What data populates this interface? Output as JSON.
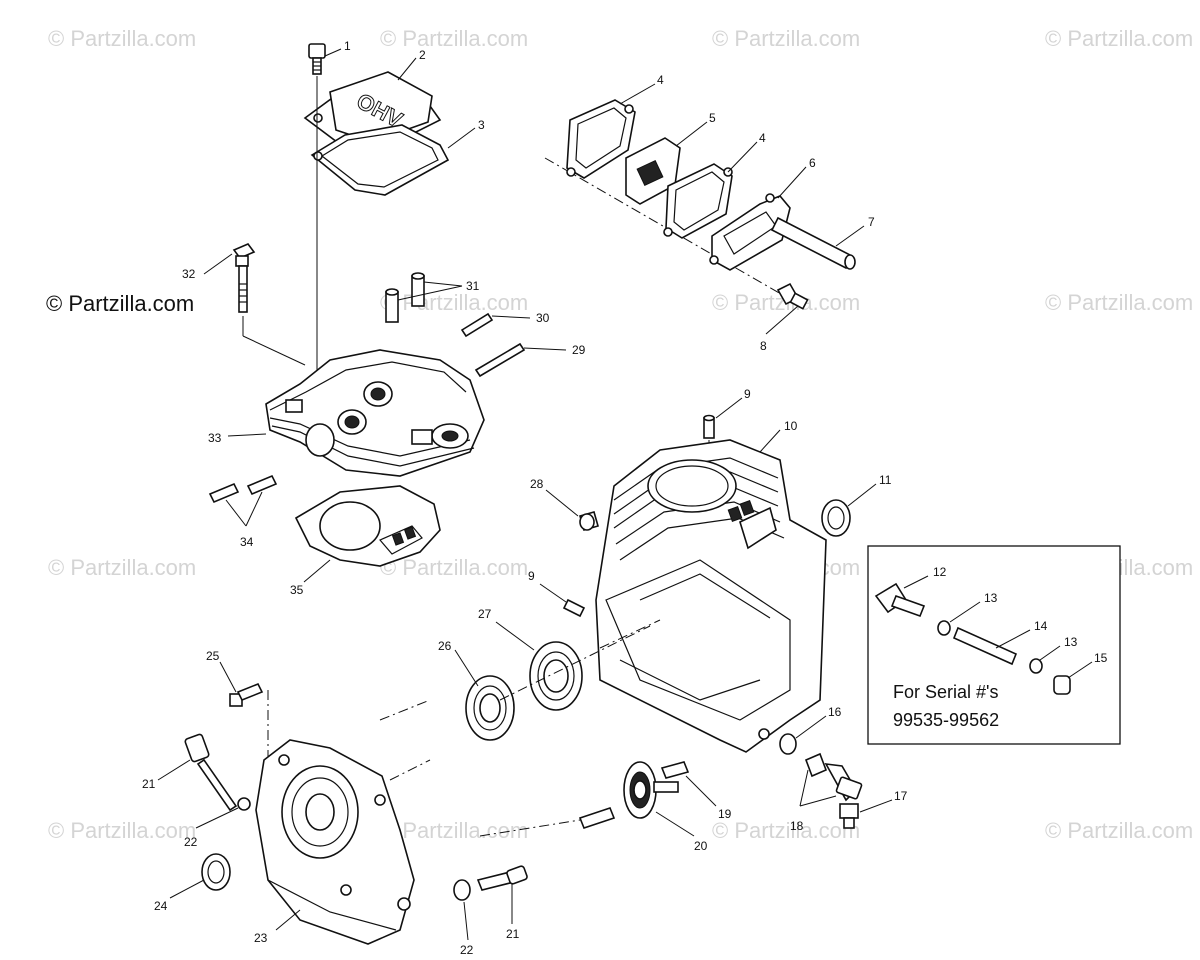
{
  "brand": "© Partzilla.com",
  "watermark": "© Partzilla.com",
  "inset": {
    "line1": "For Serial #'s",
    "line2": "99535-99562"
  },
  "cover_stamp": "OHV",
  "callouts": {
    "c1": "1",
    "c2": "2",
    "c3": "3",
    "c4a": "4",
    "c5": "5",
    "c4b": "4",
    "c6": "6",
    "c7": "7",
    "c8": "8",
    "c9a": "9",
    "c10": "10",
    "c11": "11",
    "c12": "12",
    "c13a": "13",
    "c14": "14",
    "c13b": "13",
    "c15": "15",
    "c16": "16",
    "c17": "17",
    "c18": "18",
    "c19": "19",
    "c20": "20",
    "c21a": "21",
    "c22a": "22",
    "c23": "23",
    "c24": "24",
    "c25": "25",
    "c26": "26",
    "c27": "27",
    "c28": "28",
    "c9b": "9",
    "c29": "29",
    "c30": "30",
    "c31": "31",
    "c32": "32",
    "c33": "33",
    "c34": "34",
    "c35": "35",
    "c21b": "21",
    "c22b": "22"
  }
}
